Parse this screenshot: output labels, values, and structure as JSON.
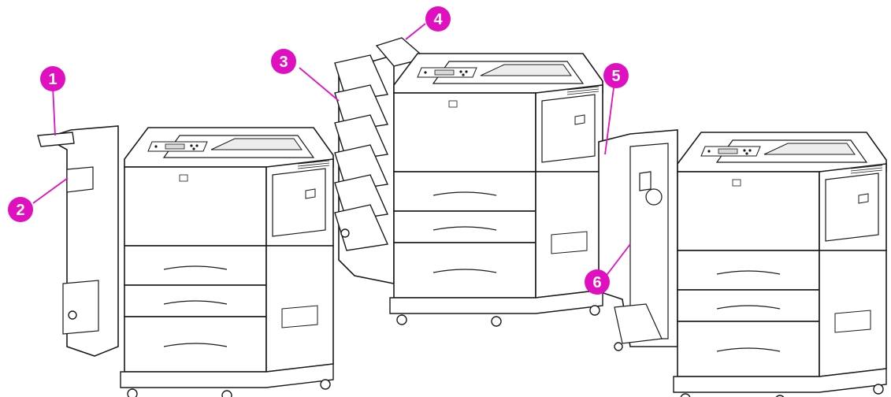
{
  "callouts": [
    {
      "label": "1",
      "color": "#e010c0"
    },
    {
      "label": "2",
      "color": "#e010c0"
    },
    {
      "label": "3",
      "color": "#e010c0"
    },
    {
      "label": "4",
      "color": "#e010c0"
    },
    {
      "label": "5",
      "color": "#e010c0"
    },
    {
      "label": "6",
      "color": "#e010c0"
    }
  ],
  "colors": {
    "line": "#1a1a1a",
    "body": "#ffffff",
    "shade": "#d9d9d9",
    "callout": "#e010c0"
  }
}
